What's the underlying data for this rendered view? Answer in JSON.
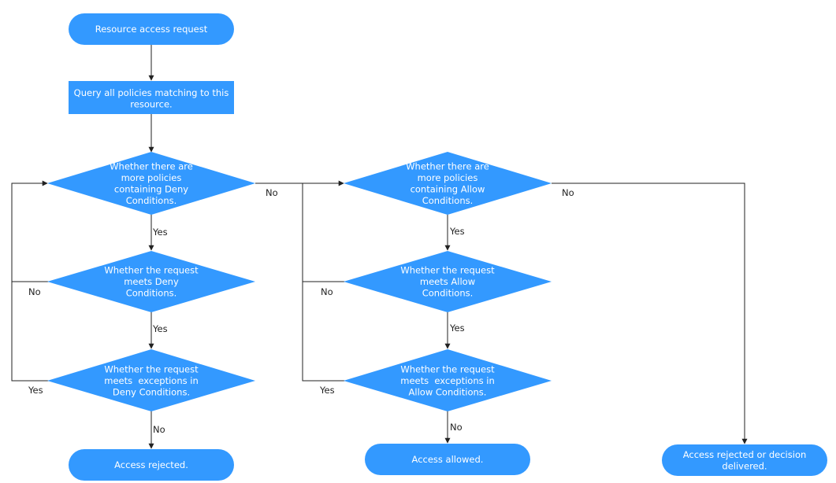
{
  "colors": {
    "node_fill": "#3399ff",
    "line": "#222222",
    "text_on_node": "#ffffff"
  },
  "nodes": {
    "start": [
      "Resource access request"
    ],
    "query": [
      "Query all policies matching to this",
      "resource."
    ],
    "deny_more": [
      "Whether there are",
      "more policies",
      "containing Deny",
      "Conditions."
    ],
    "deny_meets": [
      "Whether the request",
      "meets Deny",
      "Conditions."
    ],
    "deny_except": [
      "Whether the request",
      "meets  exceptions in",
      "Deny Conditions."
    ],
    "rejected": [
      "Access rejected."
    ],
    "allow_more": [
      "Whether there are",
      "more policies",
      "containing Allow",
      "Conditions."
    ],
    "allow_meets": [
      "Whether the request",
      "meets Allow",
      "Conditions."
    ],
    "allow_except": [
      "Whether the request",
      "meets  exceptions in",
      "Allow Conditions."
    ],
    "allowed": [
      "Access allowed."
    ],
    "final": [
      "Access rejected or decision",
      "delivered."
    ]
  },
  "edge_labels": {
    "deny_more_no": "No",
    "deny_more_yes": "Yes",
    "deny_meets_no": "No",
    "deny_meets_yes": "Yes",
    "deny_except_yes": "Yes",
    "deny_except_no": "No",
    "allow_more_no": "No",
    "allow_more_yes": "Yes",
    "allow_meets_no": "No",
    "allow_meets_yes": "Yes",
    "allow_except_yes": "Yes",
    "allow_except_no": "No"
  }
}
